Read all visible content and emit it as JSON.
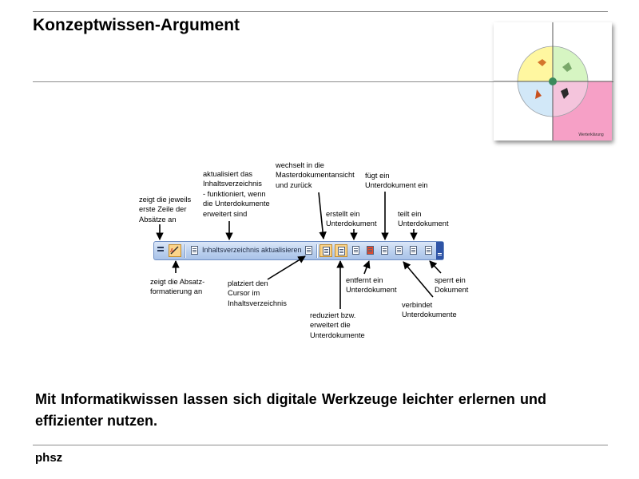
{
  "slide": {
    "title": "Konzeptwissen-Argument",
    "statement": "Mit Informatikwissen lassen sich digitale Werkzeuge leichter erlernen und effizienter nutzen.",
    "footer": "phsz"
  },
  "logo": {
    "quadrant_colors": [
      "#fff7a0",
      "#d6f5c2",
      "#d2e8f8",
      "#f6a0c6"
    ],
    "label_bottom_right": "Werterklärung",
    "icons": [
      "logo-quadrant-tl-icon",
      "logo-quadrant-tr-icon",
      "logo-quadrant-bl-icon",
      "logo-quadrant-br-icon",
      "globe-icon"
    ]
  },
  "toolbar": {
    "text_button_label": "Inhaltsverzeichnis aktualisieren",
    "icons": [
      "show-first-line-icon",
      "show-formatting-icon",
      "toc-update-icon",
      "goto-toc-icon",
      "master-view-icon",
      "collapse-expand-icon",
      "create-subdoc-icon",
      "remove-subdoc-icon",
      "insert-subdoc-icon",
      "merge-subdoc-icon",
      "split-subdoc-icon",
      "lock-doc-icon",
      "toolbar-options-icon"
    ]
  },
  "annotations": {
    "first_line": [
      "zeigt die jeweils",
      "erste Zeile der",
      "Absätze an"
    ],
    "formatting": [
      "zeigt die Absatz-",
      "formatierung an"
    ],
    "toc_update": [
      "aktualisiert das",
      "Inhaltsverzeichnis",
      "- funktioniert, wenn",
      "die Unterdokumente",
      "erweitert sind"
    ],
    "cursor_toc": [
      "platziert den",
      "Cursor im",
      "Inhaltsverzeichnis"
    ],
    "master_view": [
      "wechselt in die",
      "Masterdokumentansicht",
      "und zurück"
    ],
    "collapse_expand": [
      "reduziert bzw.",
      "erweitert die",
      "Unterdokumente"
    ],
    "create_subdoc": [
      "erstellt ein",
      "Unterdokument"
    ],
    "remove_subdoc": [
      "entfernt ein",
      "Unterdokument"
    ],
    "insert_subdoc": [
      "fügt ein",
      "Unterdokument ein"
    ],
    "merge_subdoc": [
      "verbindet",
      "Unterdokumente"
    ],
    "split_subdoc": [
      "teilt ein",
      "Unterdokument"
    ],
    "lock_doc": [
      "sperrt ein",
      "Dokument"
    ]
  }
}
